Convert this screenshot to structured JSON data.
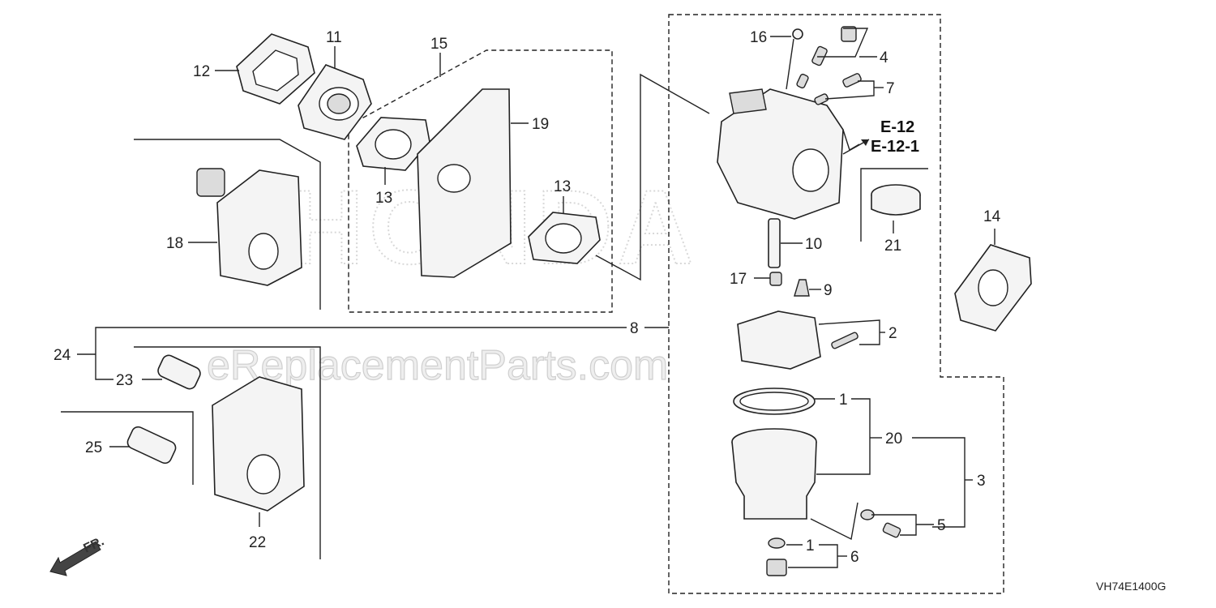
{
  "diagram": {
    "drawing_code": "VH74E1400G",
    "watermark": "eReplacementParts.com",
    "brand_watermark": "HONDA",
    "direction_label": "FR.",
    "reference_top": "E-12",
    "reference_bottom": "E-12-1",
    "callouts": {
      "c1a": "1",
      "c1b": "1",
      "c2": "2",
      "c3": "3",
      "c4": "4",
      "c5": "5",
      "c6": "6",
      "c7": "7",
      "c8": "8",
      "c9": "9",
      "c10": "10",
      "c11": "11",
      "c12": "12",
      "c13a": "13",
      "c13b": "13",
      "c14": "14",
      "c15": "15",
      "c16": "16",
      "c17": "17",
      "c18": "18",
      "c19": "19",
      "c20": "20",
      "c21": "21",
      "c22": "22",
      "c23": "23",
      "c24": "24",
      "c25": "25"
    }
  }
}
